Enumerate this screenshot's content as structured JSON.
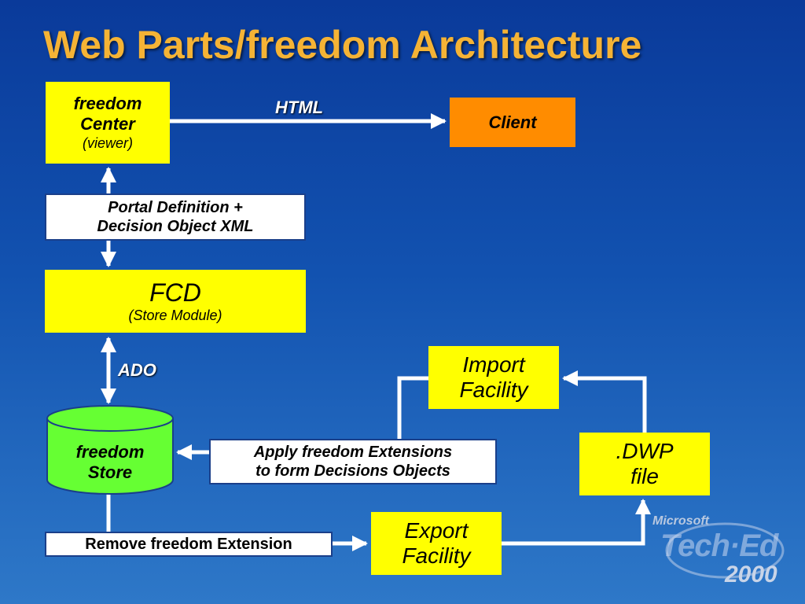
{
  "title": "Web Parts/freedom Architecture",
  "nodes": {
    "freedom_center": {
      "line1": "freedom",
      "line2": "Center",
      "line3": "(viewer)"
    },
    "client": {
      "label": "Client"
    },
    "portal_def": {
      "line1": "Portal Definition +",
      "line2": "Decision Object XML"
    },
    "fcd": {
      "line1": "FCD",
      "line2": "(Store Module)"
    },
    "import": {
      "line1": "Import",
      "line2": "Facility"
    },
    "store": {
      "line1": "freedom",
      "line2": "Store"
    },
    "apply_ext": {
      "line1": "Apply freedom Extensions",
      "line2": "to form Decisions Objects"
    },
    "dwp": {
      "line1": ".DWP",
      "line2": "file"
    },
    "remove_ext": {
      "label": "Remove freedom Extension"
    },
    "export": {
      "line1": "Export",
      "line2": "Facility"
    }
  },
  "edge_labels": {
    "html": "HTML",
    "ado": "ADO"
  },
  "logo": {
    "company": "Microsoft",
    "product": "Tech·Ed",
    "year": "2000"
  }
}
